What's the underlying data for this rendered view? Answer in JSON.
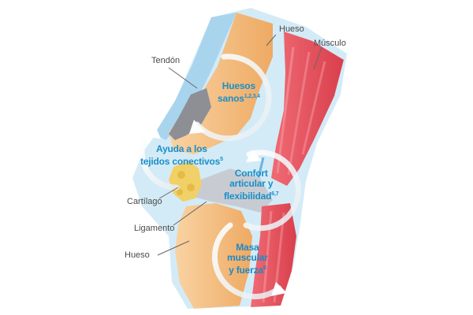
{
  "labels": {
    "hueso_top": "Hueso",
    "musculo": "Músculo",
    "tendon": "Tendón",
    "cartilago": "Cartílago",
    "ligamento": "Ligamento",
    "hueso_bottom": "Hueso"
  },
  "benefits": [
    {
      "line1": "Huesos",
      "line2": "sanos",
      "ref": "1,2,3,4"
    },
    {
      "line1": "Ayuda a los",
      "line2": "tejidos conectivos",
      "ref": "5"
    },
    {
      "line1": "Confort",
      "line2": "articular y",
      "line3": "flexibilidad",
      "ref": "6,7"
    },
    {
      "line1": "Masa",
      "line2": "muscular",
      "line3": "y fuerza",
      "ref": "8"
    }
  ],
  "colors": {
    "benefit_text": "#1b8fc8",
    "bone": "#f6c48a",
    "muscle": "#e8525e",
    "tendon": "#bfe0f2",
    "cartilage": "#f1d067",
    "label_text": "#4a4a4a"
  }
}
